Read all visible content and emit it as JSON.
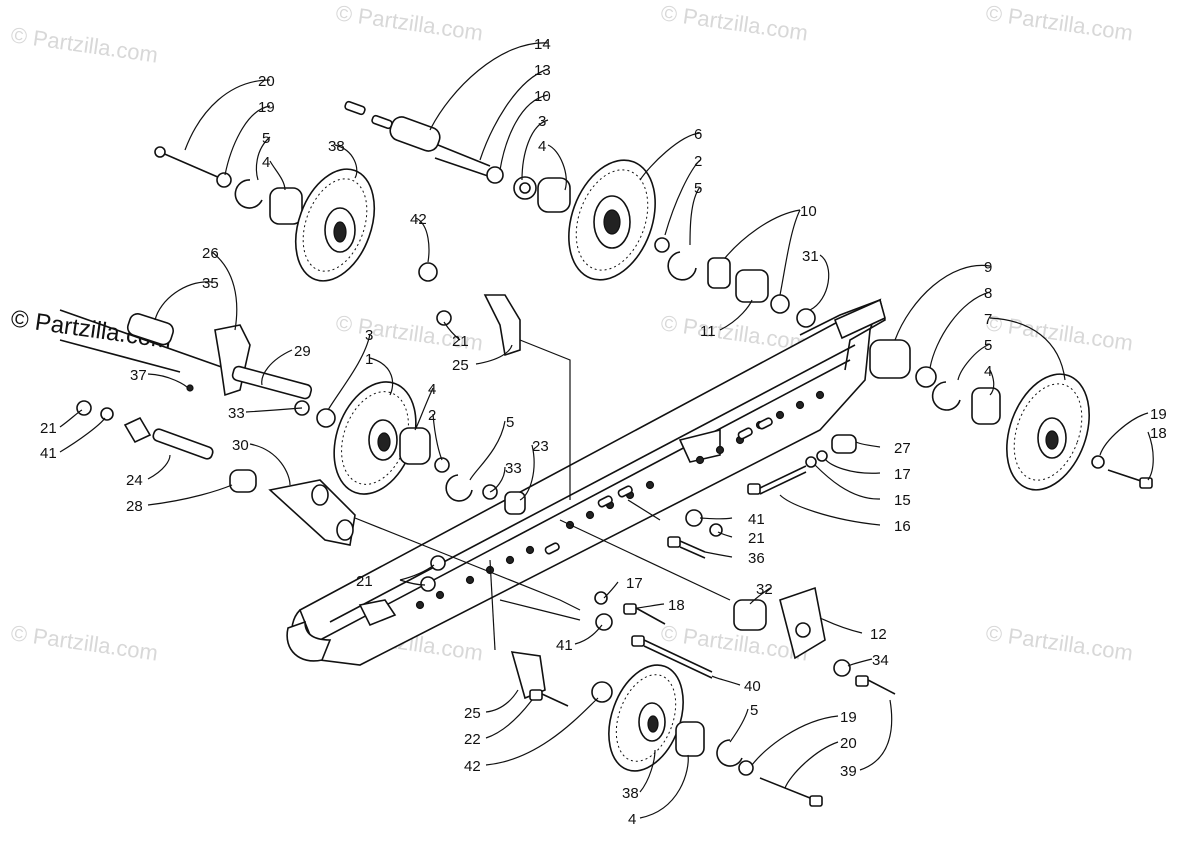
{
  "watermark": {
    "text": "© Partzilla.com"
  },
  "callouts": [
    {
      "label": "14"
    },
    {
      "label": "13"
    },
    {
      "label": "10"
    },
    {
      "label": "3"
    },
    {
      "label": "4"
    },
    {
      "label": "6"
    },
    {
      "label": "2"
    },
    {
      "label": "5"
    },
    {
      "label": "20"
    },
    {
      "label": "19"
    },
    {
      "label": "5"
    },
    {
      "label": "4"
    },
    {
      "label": "38"
    },
    {
      "label": "42"
    },
    {
      "label": "10"
    },
    {
      "label": "31"
    },
    {
      "label": "11"
    },
    {
      "label": "9"
    },
    {
      "label": "8"
    },
    {
      "label": "7"
    },
    {
      "label": "5"
    },
    {
      "label": "4"
    },
    {
      "label": "26"
    },
    {
      "label": "35"
    },
    {
      "label": "21"
    },
    {
      "label": "25"
    },
    {
      "label": "3"
    },
    {
      "label": "1"
    },
    {
      "label": "29"
    },
    {
      "label": "37"
    },
    {
      "label": "33"
    },
    {
      "label": "4"
    },
    {
      "label": "2"
    },
    {
      "label": "5"
    },
    {
      "label": "21"
    },
    {
      "label": "41"
    },
    {
      "label": "23"
    },
    {
      "label": "33"
    },
    {
      "label": "19"
    },
    {
      "label": "18"
    },
    {
      "label": "27"
    },
    {
      "label": "17"
    },
    {
      "label": "15"
    },
    {
      "label": "16"
    },
    {
      "label": "24"
    },
    {
      "label": "30"
    },
    {
      "label": "28"
    },
    {
      "label": "41"
    },
    {
      "label": "21"
    },
    {
      "label": "36"
    },
    {
      "label": "21"
    },
    {
      "label": "17"
    },
    {
      "label": "18"
    },
    {
      "label": "32"
    },
    {
      "label": "12"
    },
    {
      "label": "41"
    },
    {
      "label": "34"
    },
    {
      "label": "40"
    },
    {
      "label": "25"
    },
    {
      "label": "22"
    },
    {
      "label": "42"
    },
    {
      "label": "5"
    },
    {
      "label": "19"
    },
    {
      "label": "20"
    },
    {
      "label": "39"
    },
    {
      "label": "38"
    },
    {
      "label": "4"
    }
  ]
}
